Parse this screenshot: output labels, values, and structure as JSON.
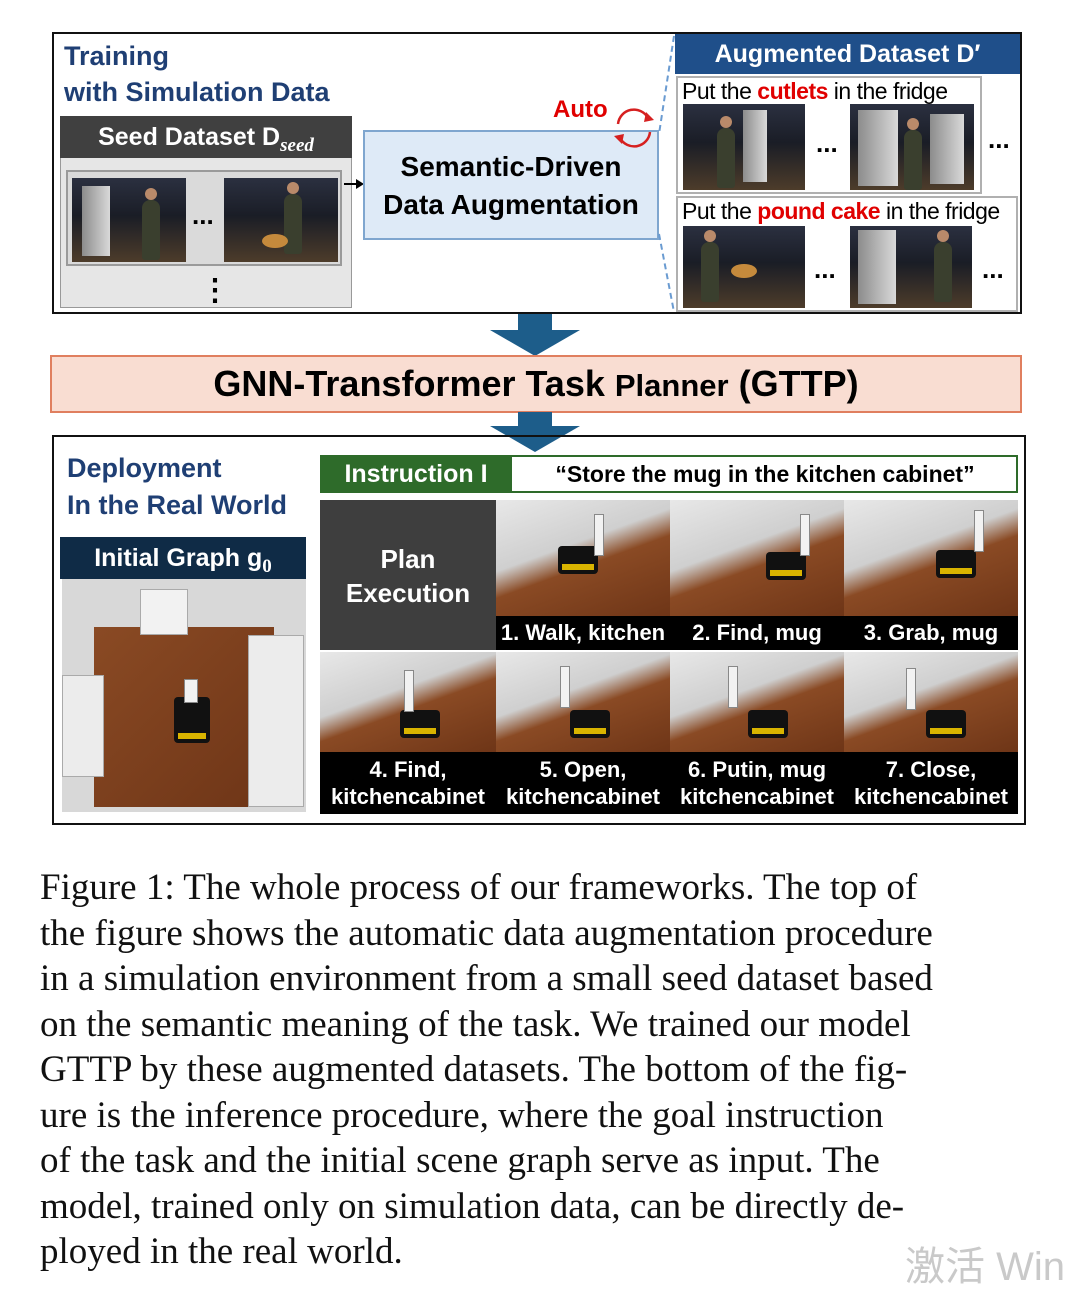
{
  "top": {
    "title_line1": "Training",
    "title_line2": "with Simulation Data",
    "seed_dataset_label": "Seed Dataset D",
    "seed_dataset_sub": "seed",
    "auto_label": "Auto",
    "sda_line1": "Semantic-Driven",
    "sda_line2": "Data Augmentation",
    "augmented_label": "Augmented Dataset D′",
    "example1": {
      "pre": "Put the ",
      "highlight": "cutlets",
      "post": " in the fridge"
    },
    "example2": {
      "pre": "Put the ",
      "highlight": "pound cake",
      "post": " in the fridge"
    },
    "ellipsis": "...",
    "vertical_ellipsis": "⋮"
  },
  "planner": {
    "label_big": "GNN-Transformer Task ",
    "label_small": "Planner",
    "label_end": " (GTTP)"
  },
  "bottom": {
    "title_line1": "Deployment",
    "title_line2": "In the Real World",
    "initial_graph_label": "Initial Graph g",
    "initial_graph_sub": "0",
    "instruction_label": "Instruction I",
    "instruction_text": "“Store the mug in the kitchen cabinet”",
    "plan_line1": "Plan",
    "plan_line2": "Execution",
    "steps": [
      {
        "line1": "1. Walk, kitchen",
        "line2": ""
      },
      {
        "line1": "2. Find, mug",
        "line2": ""
      },
      {
        "line1": "3. Grab, mug",
        "line2": ""
      },
      {
        "line1": "4. Find,",
        "line2": "kitchencabinet"
      },
      {
        "line1": "5. Open,",
        "line2": "kitchencabinet"
      },
      {
        "line1": "6. Putin, mug",
        "line2": "kitchencabinet"
      },
      {
        "line1": "7. Close,",
        "line2": "kitchencabinet"
      }
    ]
  },
  "caption": {
    "lines": [
      "Figure 1: The whole process of our frameworks. The top of",
      "the figure shows the automatic data augmentation procedure",
      "in a simulation environment from a small seed dataset based",
      "on the semantic meaning of the task. We trained our model",
      "GTTP by these augmented datasets. The bottom of the fig-",
      "ure is the inference procedure, where the goal instruction",
      "of the task and the initial scene graph serve as input. The",
      "model, trained only on simulation data, can be directly de-",
      "ployed in the real world."
    ]
  },
  "watermark": "激活 Win",
  "colors": {
    "title_blue": "#1f3f74",
    "aug_header_blue": "#1f4f8a",
    "sda_fill": "#deeaf7",
    "gttp_fill": "#f9ddd2",
    "gttp_border": "#e07f5f",
    "instruction_green": "#2e6b2a",
    "highlight_red": "#e00000",
    "arrow_teal": "#1d5d8a"
  }
}
